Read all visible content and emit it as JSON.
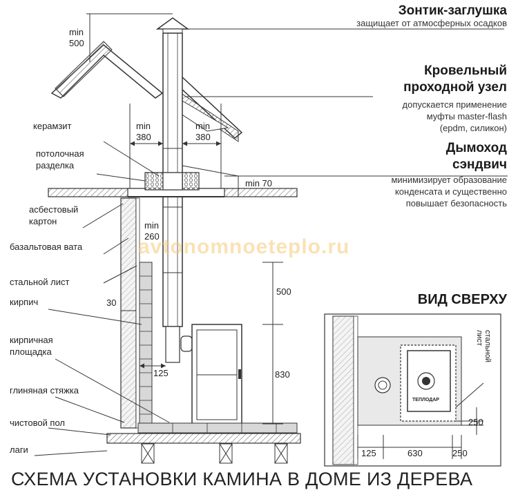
{
  "headings": {
    "cap": "Зонтик-заглушка",
    "roof_node_1": "Кровельный",
    "roof_node_2": "проходной узел",
    "chimney_1": "Дымоход",
    "chimney_2": "сэндвич",
    "top_view": "ВИД СВЕРХУ"
  },
  "descriptions": {
    "cap": "защищает от атмосферных осадков",
    "roof_node_1": "допускается применение",
    "roof_node_2": "муфты master-flash",
    "roof_node_3": "(epdm, силикон)",
    "chimney_1": "минимизирует образование",
    "chimney_2": "конденсата и существенно",
    "chimney_3": "повышает безопасность"
  },
  "labels": {
    "keramzit": "керамзит",
    "ceiling_1": "потолочная",
    "ceiling_2": "разделка",
    "asbestos_1": "асбестовый",
    "asbestos_2": "картон",
    "basalt": "базальтовая вата",
    "steel": "стальной лист",
    "brick": "кирпич",
    "pad_1": "кирпичная",
    "pad_2": "площадка",
    "clay": "глиняная стяжка",
    "floor": "чистовой пол",
    "joists": "лаги",
    "steel_top_1": "стальной",
    "steel_top_2": "лист",
    "brand": "ТЕПЛОДАР"
  },
  "dimensions": {
    "min": "min",
    "d500_top": "500",
    "d380_left": "380",
    "d380_right": "380",
    "d70": "min 70",
    "d260": "260",
    "d30": "30",
    "d500_side": "500",
    "d830": "830",
    "d125": "125",
    "d250_side": "250",
    "d125_bottom": "125",
    "d630": "630",
    "d250_bottom": "250"
  },
  "watermark": "avtonomnoeteplo.ru",
  "title": "СХЕМА УСТАНОВКИ КАМИНА В ДОМЕ ИЗ ДЕРЕВА",
  "colors": {
    "line": "#333333",
    "brick_fill": "#d8d8d8",
    "wall_fill": "#f4f4f4",
    "keramzit_fill": "#e2e2e2",
    "watermark": "#f5c878"
  }
}
